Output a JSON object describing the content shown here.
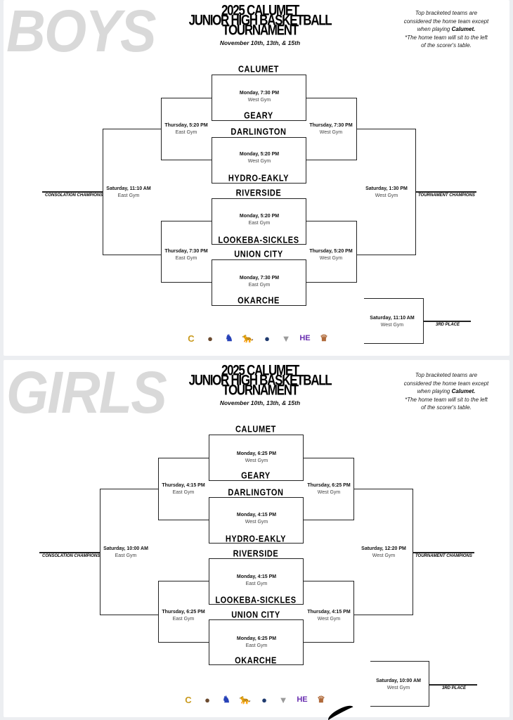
{
  "shared": {
    "title_lines": [
      "2025 CALUMET",
      "JUNIOR HIGH BASKETBALL",
      "TOURNAMENT"
    ],
    "dates": "November 10th, 13th, & 15th",
    "note": {
      "line1": "Top bracketed teams are",
      "line2": "considered the home team except",
      "line3_prefix": "when playing ",
      "line3_bold": "Calumet.",
      "line4": "*The home team will sit to the left",
      "line5": "of the scorer's table."
    },
    "outcomes": {
      "consolation": "CONSOLATION CHAMPIONS",
      "champions": "TOURNAMENT CHAMPIONS",
      "third": "3RD PLACE"
    },
    "logos": [
      {
        "name": "calumet-logo",
        "glyph": "C",
        "color": "#c99a1e"
      },
      {
        "name": "geary-logo",
        "glyph": "●",
        "color": "#6b4a2e"
      },
      {
        "name": "darlington-logo",
        "glyph": "♞",
        "color": "#2742b8"
      },
      {
        "name": "hydro-eakly-logo",
        "glyph": "🐆",
        "color": "#8a8a8a"
      },
      {
        "name": "riverside-logo",
        "glyph": "●",
        "color": "#1f3a6e"
      },
      {
        "name": "lookeba-sickles-logo",
        "glyph": "▼",
        "color": "#9a9a9a"
      },
      {
        "name": "union-city-logo",
        "glyph": "HE",
        "color": "#6a2fb0"
      },
      {
        "name": "okarche-logo",
        "glyph": "♛",
        "color": "#b06a3a"
      }
    ]
  },
  "boys": {
    "label": "BOYS",
    "teams": [
      "CALUMET",
      "GEARY",
      "DARLINGTON",
      "HYDRO-EAKLY",
      "RIVERSIDE",
      "LOOKEBA-SICKLES",
      "UNION CITY",
      "OKARCHE"
    ],
    "round1": [
      {
        "when": "Monday, 7:30 PM",
        "where": "West Gym"
      },
      {
        "when": "Monday, 5:20 PM",
        "where": "West Gym"
      },
      {
        "when": "Monday, 5:20 PM",
        "where": "East Gym"
      },
      {
        "when": "Monday, 7:30 PM",
        "where": "East Gym"
      }
    ],
    "consolation_semis": [
      {
        "when": "Thursday, 5:20 PM",
        "where": "East Gym"
      },
      {
        "when": "Thursday, 7:30 PM",
        "where": "East Gym"
      }
    ],
    "winner_semis": [
      {
        "when": "Thursday, 7:30 PM",
        "where": "West Gym"
      },
      {
        "when": "Thursday, 5:20 PM",
        "where": "West Gym"
      }
    ],
    "consolation_final": {
      "when": "Saturday, 11:10 AM",
      "where": "East Gym"
    },
    "championship": {
      "when": "Saturday, 1:30 PM",
      "where": "West Gym"
    },
    "third_place": {
      "when": "Saturday, 11:10 AM",
      "where": "West Gym"
    }
  },
  "girls": {
    "label": "GIRLS",
    "teams": [
      "CALUMET",
      "GEARY",
      "DARLINGTON",
      "HYDRO-EAKLY",
      "RIVERSIDE",
      "LOOKEBA-SICKLES",
      "UNION CITY",
      "OKARCHE"
    ],
    "round1": [
      {
        "when": "Monday,  6:25 PM",
        "where": "West Gym"
      },
      {
        "when": "Monday, 4:15 PM",
        "where": "West Gym"
      },
      {
        "when": "Monday, 4:15 PM",
        "where": "East Gym"
      },
      {
        "when": "Monday, 6:25 PM",
        "where": "East Gym"
      }
    ],
    "consolation_semis": [
      {
        "when": "Thursday, 4:15 PM",
        "where": "East Gym"
      },
      {
        "when": "Thursday, 6:25 PM",
        "where": "East Gym"
      }
    ],
    "winner_semis": [
      {
        "when": "Thursday, 6:25 PM",
        "where": "West Gym"
      },
      {
        "when": "Thursday, 4:15 PM",
        "where": "West Gym"
      }
    ],
    "consolation_final": {
      "when": "Saturday, 10:00 AM",
      "where": "East Gym"
    },
    "championship": {
      "when": "Saturday, 12:20 PM",
      "where": "West Gym"
    },
    "third_place": {
      "when": "Saturday, 10:00 AM",
      "where": "West Gym"
    }
  }
}
